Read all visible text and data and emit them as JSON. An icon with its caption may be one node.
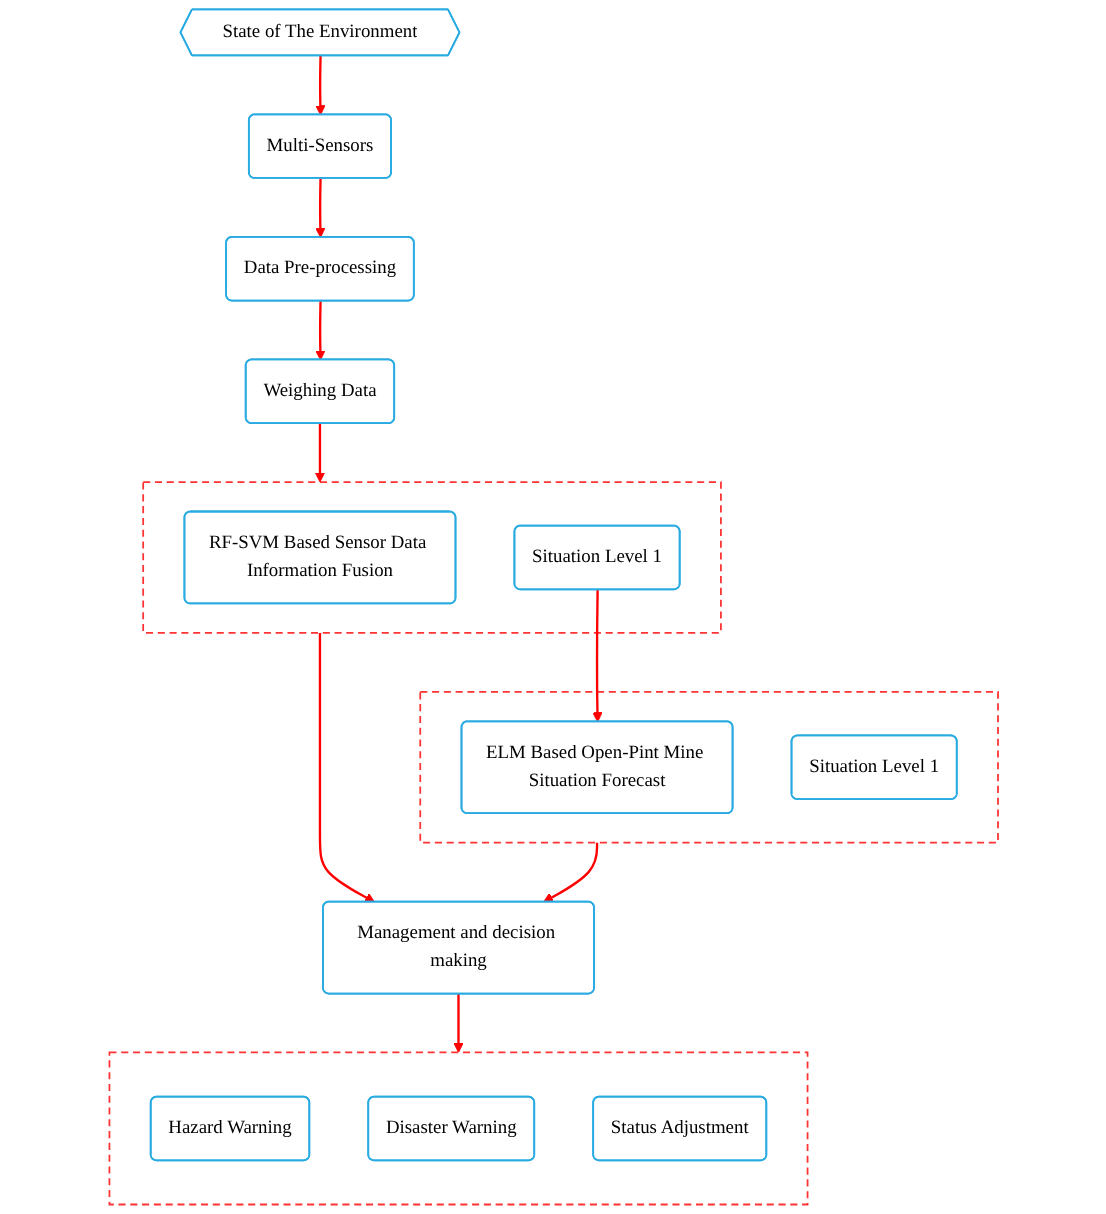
{
  "diagram": {
    "nodes": [
      {
        "text": [
          "State of The Environment"
        ]
      },
      {
        "text": [
          "Multi-Sensors"
        ]
      },
      {
        "text": [
          "Data Pre-processing"
        ]
      },
      {
        "text": [
          "Weighing Data"
        ]
      },
      {
        "text": [],
        "shape": "box"
      },
      {
        "text": [
          "Hazard Warning"
        ],
        "in": 4
      },
      {
        "text": [
          "Disaster Warning"
        ],
        "in": 4
      },
      {
        "text": [
          "Status Adjustment"
        ],
        "in": 4
      },
      {
        "text": [
          "Management and decision making"
        ]
      },
      {
        "text": [],
        "shape": "box"
      },
      {
        "text": [
          "RF-SVM Based Sensor Data Information Fusion"
        ],
        "in": 9
      },
      {
        "text": [
          "Situation Level 1"
        ],
        "in": 9
      },
      {
        "text": [],
        "shape": "box"
      },
      {
        "text": [
          "ELM Based Open-Pint Mine Situation Forecast"
        ],
        "in": 12
      },
      {
        "text": [
          "Situation Level 1"
        ],
        "in": 12
      }
    ],
    "edges": [
      {
        "from": 0,
        "to": 1,
        "arrow": "to"
      },
      {
        "from": 1,
        "to": 2,
        "arrow": "to"
      },
      {
        "from": 2,
        "to": 3,
        "arrow": "to"
      },
      {
        "from": 3,
        "to": 9,
        "arrow": "to"
      },
      {
        "from": 8,
        "to": 4,
        "arrow": "to"
      },
      {
        "from": 11,
        "to": 13,
        "arrow": "to"
      },
      {
        "from": 9,
        "to": 8,
        "arrow": "to"
      },
      {
        "from": 12,
        "to": 8,
        "arrow": "to"
      }
    ]
  }
}
